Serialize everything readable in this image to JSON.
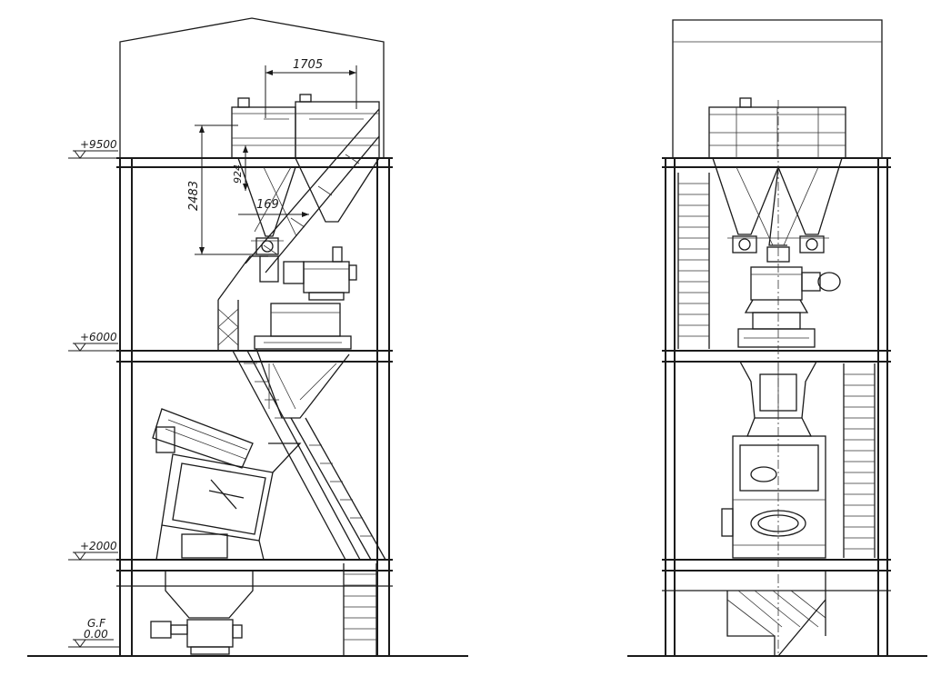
{
  "elevation_labels": {
    "level_9500": "+9500",
    "level_6000": "+6000",
    "level_2000": "+2000",
    "ground_floor_label": "G.F",
    "ground_floor_value": "0.00"
  },
  "dimensions": {
    "hopper_width": "1705",
    "overall_height": "2483",
    "hopper_depth": "924",
    "offset": "169"
  },
  "colors": {
    "line": "#1a1a1a",
    "background": "#ffffff"
  }
}
